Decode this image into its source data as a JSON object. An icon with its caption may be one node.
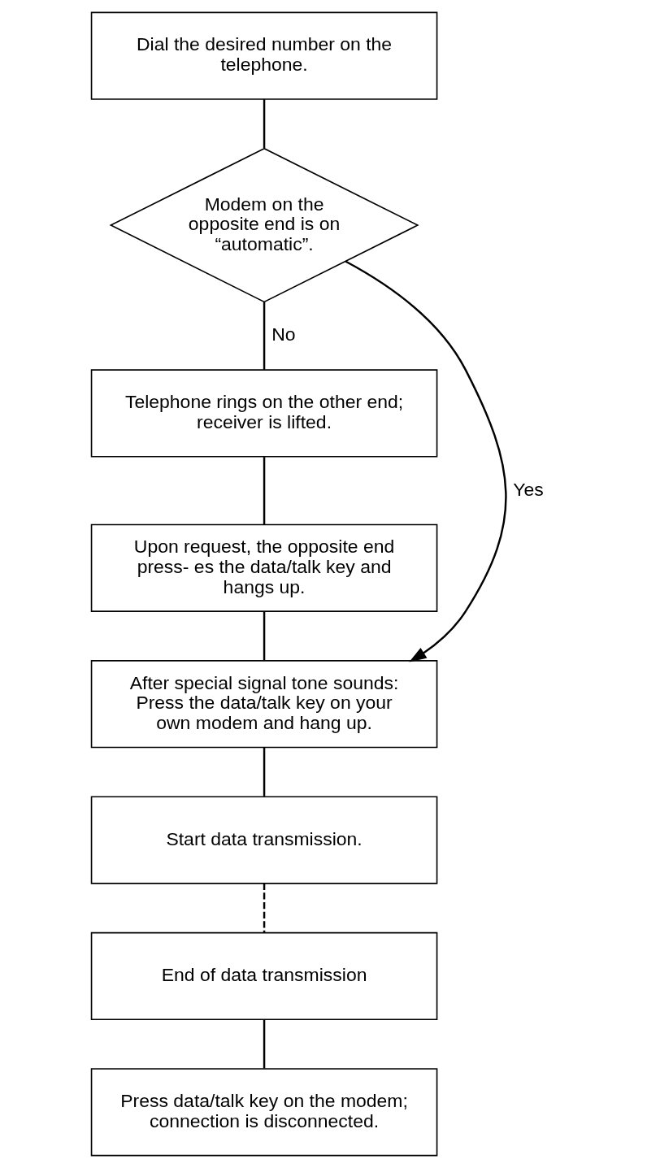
{
  "diagram": {
    "nodes": [
      {
        "text": [
          "Dial the desired number on the telephone."
        ]
      },
      {
        "text": [
          "Modem on the opposite end is on “automatic”."
        ]
      },
      {
        "text": [
          "Telephone rings on the other end; receiver is lifted."
        ]
      },
      {
        "text": [
          "Upon request, the opposite end press- es the data/talk key and hangs up."
        ]
      },
      {
        "text": [
          "After special signal tone sounds: Press the data/talk key on your own modem and hang up."
        ]
      },
      {
        "text": [
          "Start data transmission."
        ]
      },
      {
        "text": [
          "End of data transmission"
        ]
      },
      {
        "text": [
          "Press data/talk key on the modem; connection is disconnected."
        ]
      }
    ],
    "edges": [
      {
        "from": 0,
        "to": 1,
        "arrow": "none"
      },
      {
        "from": 1,
        "to": 2,
        "arrow": "none",
        "label": "No"
      },
      {
        "from": 2,
        "to": 3,
        "arrow": "none"
      },
      {
        "from": 3,
        "to": 4,
        "arrow": "none"
      },
      {
        "from": 1,
        "to": 4,
        "arrow": "to",
        "label": "Yes"
      },
      {
        "from": 4,
        "to": 5,
        "arrow": "none"
      },
      {
        "from": 5,
        "to": 6,
        "arrow": "none",
        "style": "dashed"
      },
      {
        "from": 6,
        "to": 7,
        "arrow": "none"
      }
    ]
  }
}
